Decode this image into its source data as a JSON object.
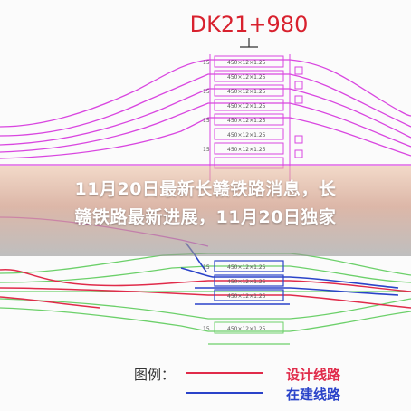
{
  "diagram": {
    "station_mark": "DK21+980",
    "track_dim_label": "450×12×1.25",
    "platform_code": "15"
  },
  "headline": {
    "line1": "11月20日最新长赣铁路消息，长",
    "line2": "赣铁路最新进展，11月20日独家"
  },
  "legend": {
    "title": "图例：",
    "items": [
      {
        "label": "设计线路",
        "color": "#e02b4a"
      },
      {
        "label": "在建线路",
        "color": "#2a43c9"
      }
    ]
  },
  "colors": {
    "magenta": "#d946e0",
    "green": "#6cd06a",
    "red": "#e02b4a",
    "blue": "#2a43c9",
    "label_red": "#d8212e"
  }
}
